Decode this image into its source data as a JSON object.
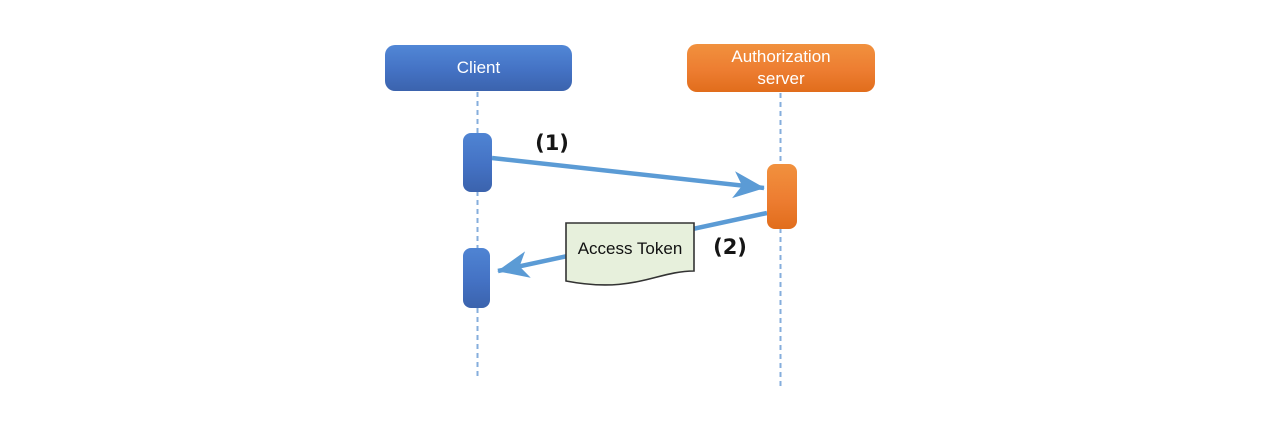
{
  "diagram": {
    "type": "sequence",
    "actors": [
      {
        "id": "client",
        "label": "Client",
        "color": "#4472C4"
      },
      {
        "id": "authorization-server",
        "label": "Authorization server",
        "color": "#ED7D31"
      }
    ],
    "messages": [
      {
        "seq": "(1)",
        "from": "client",
        "to": "authorization-server"
      },
      {
        "seq": "(2)",
        "from": "authorization-server",
        "to": "client",
        "note": "Access Token"
      }
    ],
    "colors": {
      "arrow": "#5B9BD5",
      "lifeline": "#85AEDC",
      "note_fill": "#E7F0DC",
      "note_border": "#333333",
      "background": "#FFFFFF"
    }
  }
}
